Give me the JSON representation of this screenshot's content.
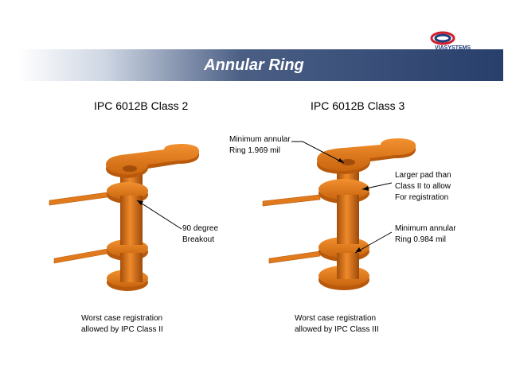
{
  "title": "Annular Ring",
  "logo": {
    "text": "VIASYSTEMS"
  },
  "left": {
    "heading": "IPC 6012B Class 2",
    "breakout_line1": "90 degree",
    "breakout_line2": "Breakout",
    "caption_line1": "Worst case registration",
    "caption_line2": "allowed by IPC Class II"
  },
  "right": {
    "heading": "IPC 6012B Class 3",
    "min_ring_top_line1": "Minimum annular",
    "min_ring_top_line2": "Ring 1.969 mil",
    "larger_pad_line1": "Larger pad than",
    "larger_pad_line2": "Class II to allow",
    "larger_pad_line3": "For registration",
    "min_ring_mid_line1": "Minimum annular",
    "min_ring_mid_line2": "Ring 0.984 mil",
    "caption_line1": "Worst case registration",
    "caption_line2": "allowed by IPC Class III"
  },
  "colors": {
    "copper": "#e07a1c",
    "copper_dark": "#b45a0c",
    "banner": "#283f6c"
  }
}
